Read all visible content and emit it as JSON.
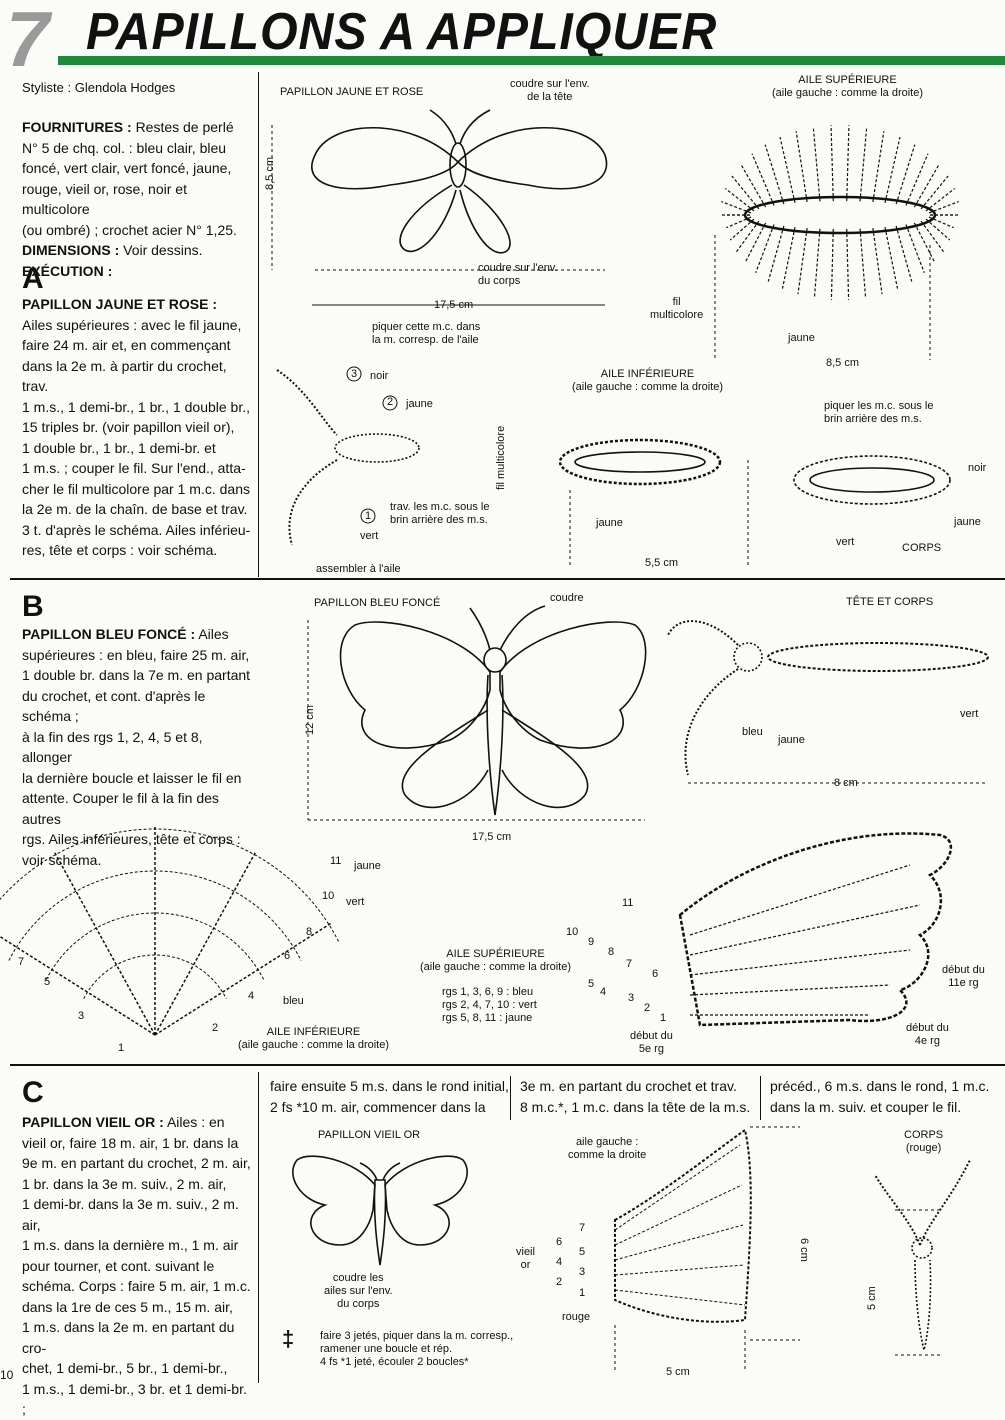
{
  "header": {
    "number": "7",
    "title": "PAPILLONS A APPLIQUER"
  },
  "intro": {
    "styliste": "Styliste : Glendola Hodges",
    "fournitures_label": "FOURNITURES :",
    "fournitures_lines": [
      "Restes de perlé",
      "N° 5 de chq. col. : bleu clair, bleu",
      "foncé, vert clair, vert foncé, jaune,",
      "rouge, vieil or, rose, noir et multicolore",
      "(ou ombré) ; crochet acier N° 1,25."
    ],
    "dimensions_label": "DIMENSIONS :",
    "dimensions_value": "Voir dessins.",
    "execution_label": "EXÉCUTION :"
  },
  "section_a": {
    "letter": "A",
    "heading": "PAPILLON JAUNE ET ROSE :",
    "lines": [
      "Ailes supérieures : avec le fil jaune,",
      "faire 24 m. air et, en commençant",
      "dans la 2e m. à partir du crochet, trav.",
      "1 m.s., 1 demi-br., 1 br., 1 double br.,",
      "15 triples br. (voir papillon vieil or),",
      "1 double br., 1 br., 1 demi-br. et",
      "1 m.s. ; couper le fil. Sur l'end., atta-",
      "cher le fil multicolore par 1 m.c. dans",
      "la 2e m. de la chaîn. de base et trav.",
      "3 t. d'après le schéma. Ailes inférieu-",
      "res, tête et corps : voir schéma."
    ],
    "labels": {
      "papillon": "PAPILLON JAUNE ET ROSE",
      "coudre_tete": [
        "coudre sur l'env.",
        "de la tête"
      ],
      "dim_h": "8,5 cm",
      "coudre_corps": [
        "coudre sur l'env.",
        "du corps"
      ],
      "dim_w": "17,5 cm",
      "aile_sup": [
        "AILE SUPÉRIEURE",
        "(aile gauche : comme la droite)"
      ],
      "fil": [
        "fil",
        "multicolore"
      ],
      "jaune": "jaune",
      "dim_w2": "8,5 cm",
      "piquer": [
        "piquer cette m.c. dans",
        "la m. corresp. de l'aile"
      ],
      "noir": "noir",
      "jaune2": "jaune",
      "trav": [
        "trav. les m.c. sous le",
        "brin arrière des m.s."
      ],
      "vert": "vert",
      "assembler": "assembler à l'aile",
      "aile_inf": [
        "AILE INFÉRIEURE",
        "(aile gauche : comme la droite)"
      ],
      "fil_multi": "fil multicolore",
      "jaune3": "jaune",
      "dim_w3": "5,5 cm",
      "piquer2": [
        "piquer les m.c. sous le",
        "brin arrière des m.s."
      ],
      "noir2": "noir",
      "jaune4": "jaune",
      "vert2": "vert",
      "corps": "CORPS",
      "n1": "1",
      "n2": "2",
      "n3": "3"
    }
  },
  "section_b": {
    "letter": "B",
    "heading": "PAPILLON BLEU FONCÉ :",
    "lines": [
      "Ailes",
      "supérieures : en bleu, faire 25 m. air,",
      "1 double br. dans la 7e m. en partant",
      "du crochet, et cont. d'après le schéma ;",
      "à la fin des rgs 1, 2, 4, 5 et 8, allonger",
      "la dernière boucle et laisser le fil en",
      "attente. Couper le fil à la fin des autres",
      "rgs. Ailes inférieures, tête et corps :",
      "voir schéma."
    ],
    "labels": {
      "papillon": "PAPILLON BLEU FONCÉ",
      "coudre": "coudre",
      "dim_h": "12 cm",
      "dim_w": "17,5 cm",
      "tete_corps": "TÊTE ET CORPS",
      "bleu": "bleu",
      "jaune": "jaune",
      "vert": "vert",
      "dim_w2": "8 cm",
      "jaune2": "jaune",
      "vert2": "vert",
      "bleu2": "bleu",
      "aile_inf": [
        "AILE INFÉRIEURE",
        "(aile gauche : comme la droite)"
      ],
      "aile_sup": [
        "AILE SUPÉRIEURE",
        "(aile gauche : comme la droite)"
      ],
      "rgs": [
        "rgs 1, 3, 6, 9 : bleu",
        "rgs 2, 4, 7, 10 : vert",
        "rgs 5, 8, 11 : jaune"
      ],
      "debut5": [
        "début du",
        "5e rg"
      ],
      "debut4": [
        "début du",
        "4e rg"
      ],
      "debut11": [
        "début du",
        "11e rg"
      ],
      "rows_left": [
        "11",
        "10",
        "8",
        "7",
        "6",
        "5",
        "4",
        "3",
        "2",
        "1"
      ],
      "rows_right": [
        "11",
        "10",
        "9",
        "8",
        "7",
        "6",
        "5",
        "4",
        "3",
        "2",
        "1"
      ]
    }
  },
  "section_c": {
    "letter": "C",
    "heading": "PAPILLON VIEIL OR :",
    "lines": [
      "Ailes : en",
      "vieil or, faire 18 m. air, 1 br. dans la",
      "9e m. en partant du crochet, 2 m. air,",
      "1 br. dans la 3e m. suiv., 2 m. air,",
      "1 demi-br. dans la 3e m. suiv., 2 m. air,",
      "1 m.s. dans la dernière m., 1 m. air",
      "pour tourner, et cont. suivant le",
      "schéma. Corps : faire 5 m. air, 1 m.c.",
      "dans la 1re de ces 5 m., 15 m. air,",
      "1 m.s. dans la 2e m. en partant du cro-",
      "chet, 1 demi-br., 5 br., 1 demi-br.,",
      "1 m.s., 1 demi-br., 3 br. et 1 demi-br. ;"
    ],
    "col2": [
      "faire ensuite 5 m.s. dans le rond initial,",
      "2 fs *10 m. air, commencer dans la"
    ],
    "col3": [
      "3e m. en partant du crochet et trav.",
      "8 m.c.*, 1 m.c. dans la tête de la m.s."
    ],
    "col4": [
      "précéd., 6 m.s. dans le rond, 1 m.c.",
      "dans la m. suiv. et couper le fil."
    ],
    "labels": {
      "papillon": "PAPILLON VIEIL OR",
      "coudre": [
        "coudre les",
        "ailes sur l'env.",
        "du corps"
      ],
      "faire": [
        "faire 3 jetés, piquer dans la m. corresp.,",
        "ramener une boucle et rép.",
        "4 fs *1 jeté, écouler 2 boucles*"
      ],
      "aile_gauche": [
        "aile gauche :",
        "comme la droite"
      ],
      "vieil_or": [
        "vieil",
        "or"
      ],
      "rouge": "rouge",
      "dim_h": "6 cm",
      "dim_w": "5 cm",
      "corps": [
        "CORPS",
        "(rouge)"
      ],
      "dim_h2": "5 cm",
      "rows": [
        "7",
        "6",
        "5",
        "4",
        "3",
        "2",
        "1"
      ]
    }
  },
  "page_number": "10"
}
